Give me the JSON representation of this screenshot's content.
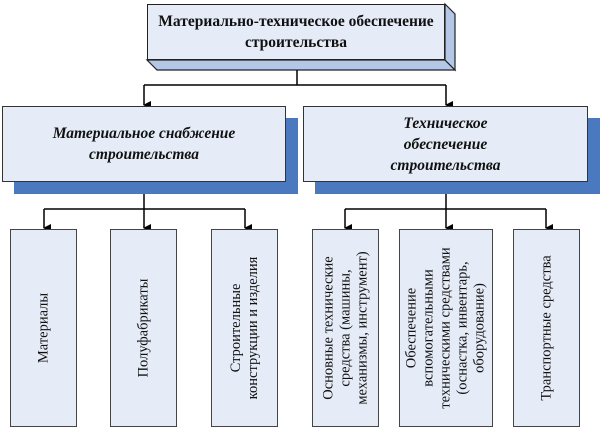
{
  "diagram": {
    "title": "Материально-техническое обеспечение строительства",
    "root": {
      "label": "Материально-техническое обеспечение строительства",
      "fill_color": "#e6ecf7",
      "extrusion_color": "#b4c7e7"
    },
    "branches": [
      {
        "label": "Материальное снабжение строительства",
        "shadow_color": "#4a79c0",
        "children": [
          {
            "label": "Материалы"
          },
          {
            "label": "Полуфабрикаты"
          },
          {
            "label": "Строительные конструкции и изделия"
          }
        ]
      },
      {
        "label": "Техническое обеспечение строительства",
        "shadow_color": "#4a79c0",
        "children": [
          {
            "label": "Основные технические средства (машины, механизмы, инструмент)"
          },
          {
            "label": "Обеспечение вспомогательными техническими средствами (оснастка, инвентарь, оборудование)"
          },
          {
            "label": "Транспортные средства"
          }
        ]
      }
    ]
  }
}
